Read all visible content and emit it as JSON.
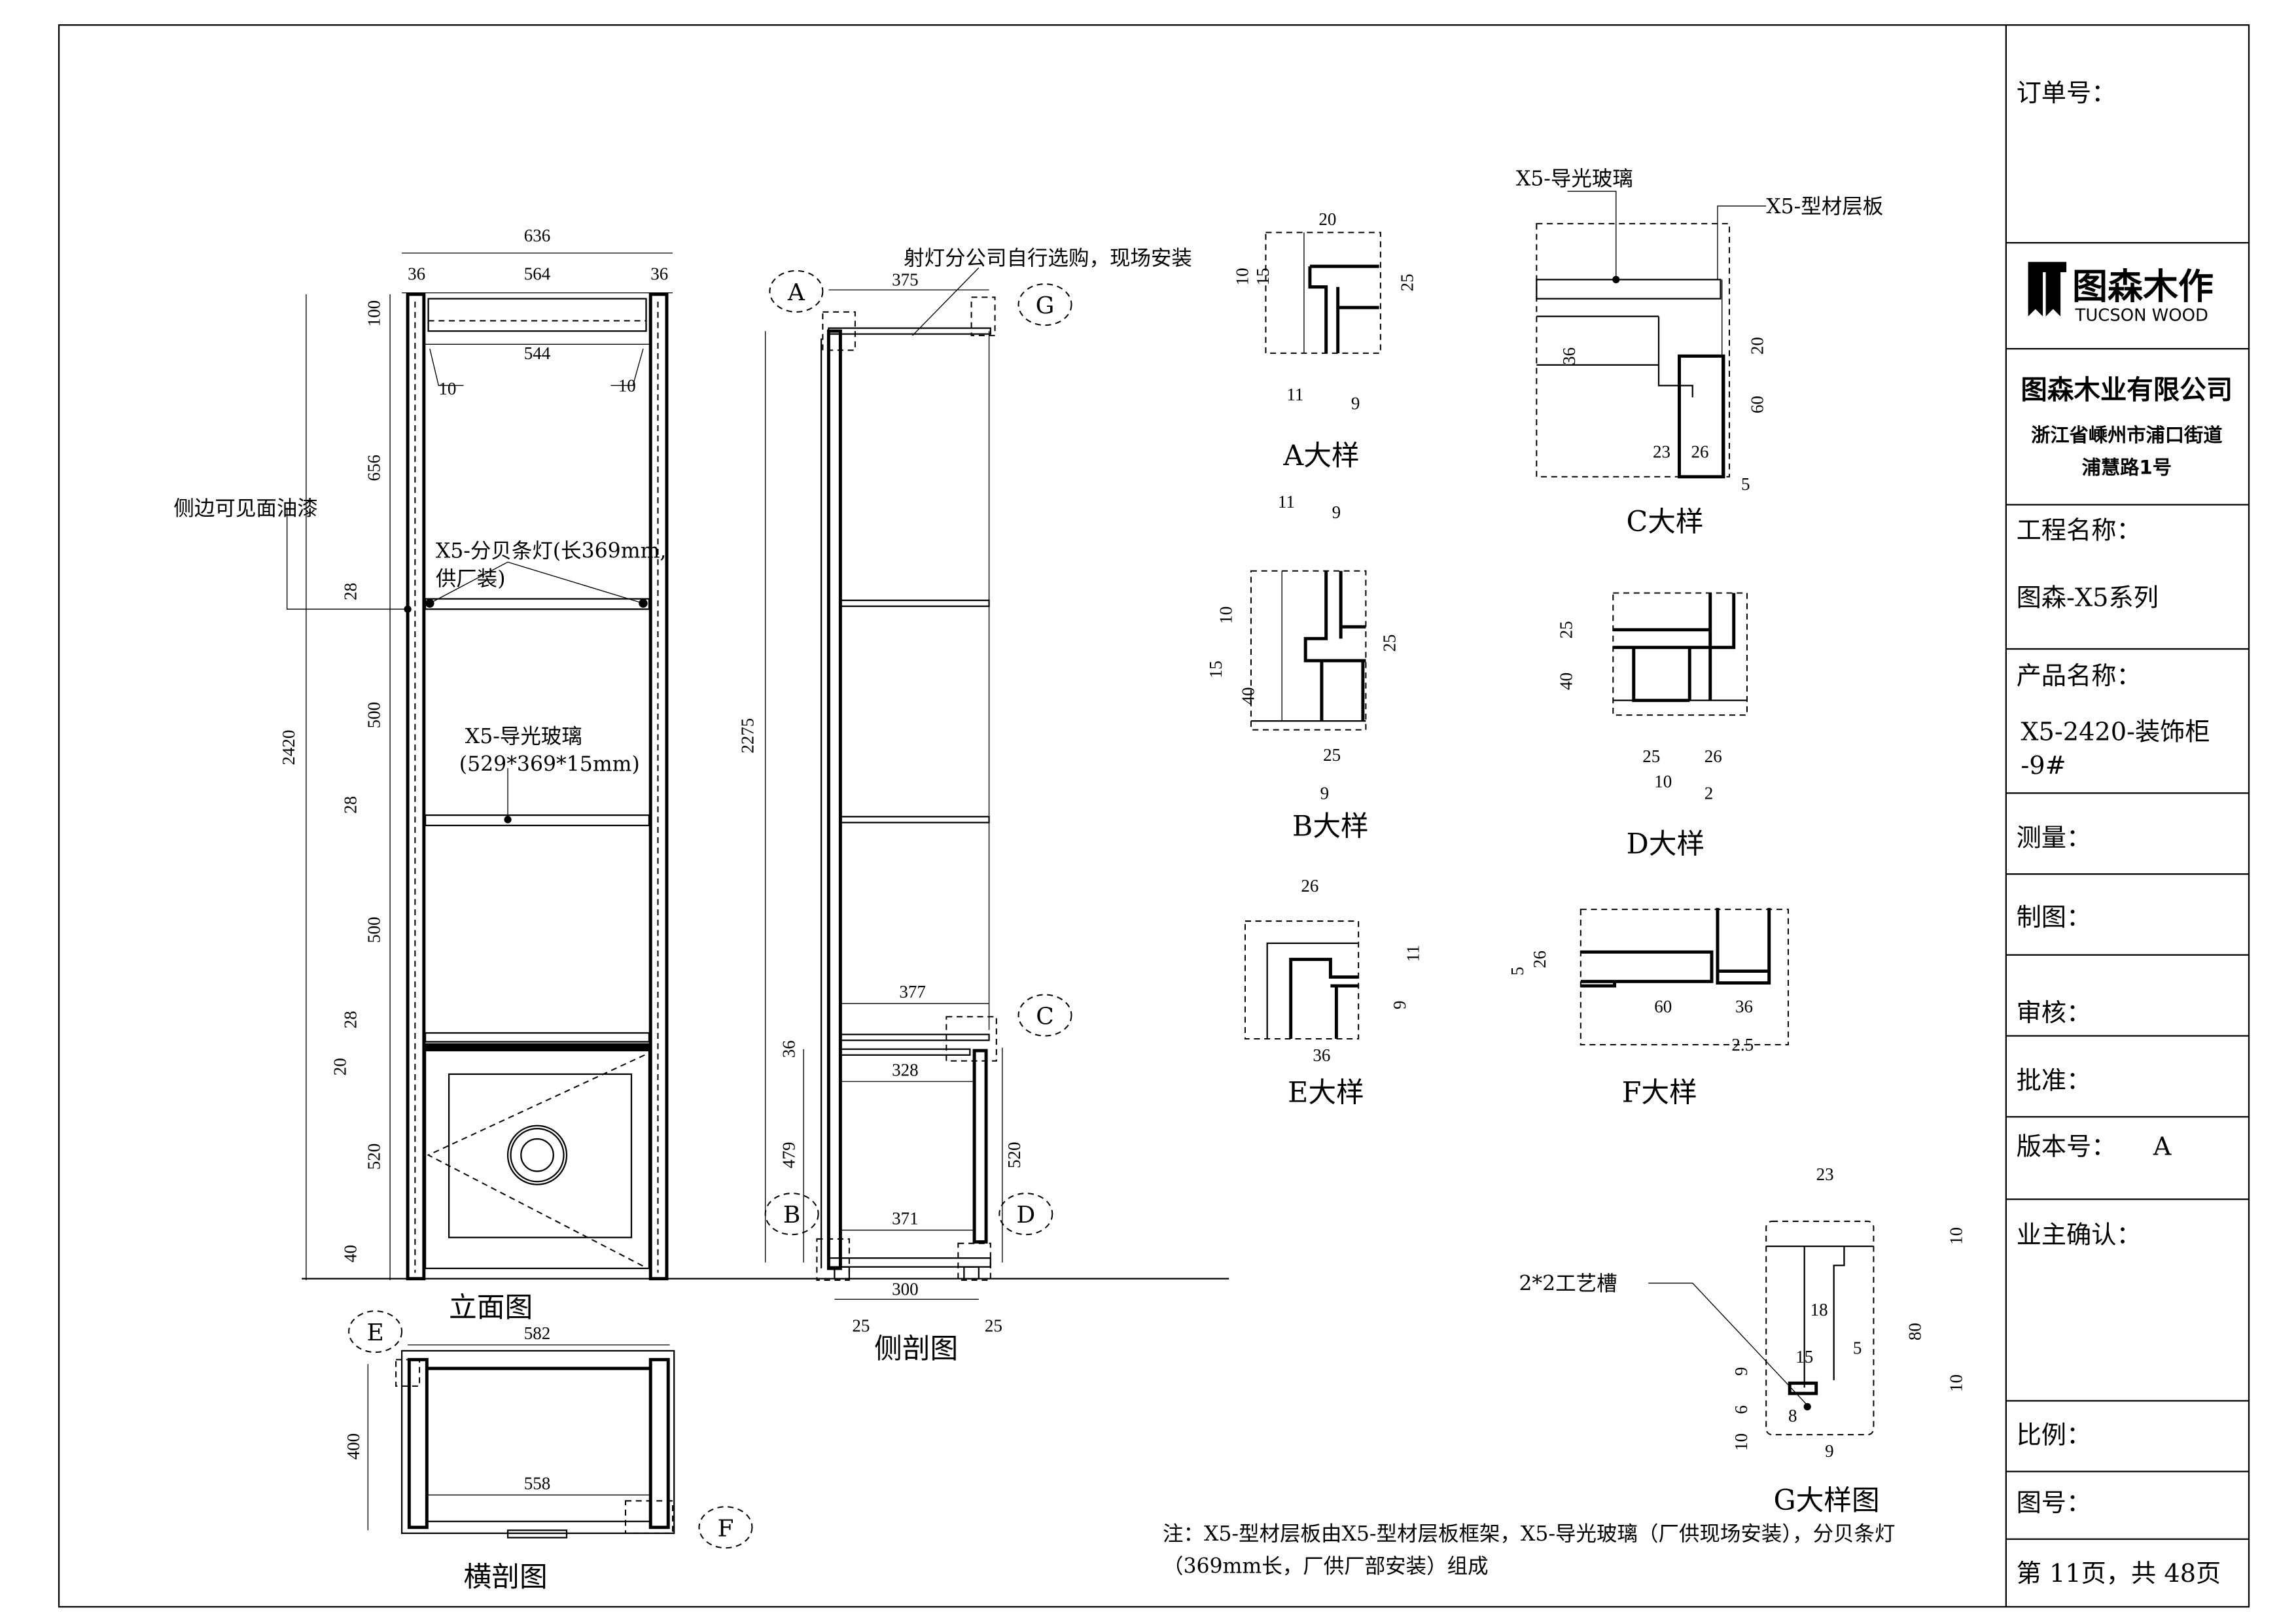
{
  "title_block": {
    "order_no_label": "订单号：",
    "logo_cn": "图森木作",
    "logo_en": "TUCSON WOOD",
    "company": "图森木业有限公司",
    "address_line1": "浙江省嵊州市浦口街道",
    "address_line2": "浦慧路1号",
    "project_label": "工程名称：",
    "project_value": "图森-X5系列",
    "product_label": "产品名称：",
    "product_value_line1": "X5-2420-装饰柜",
    "product_value_line2": "-9#",
    "measure_label": "测量：",
    "drawing_label": "制图：",
    "review_label": "审核：",
    "approve_label": "批准：",
    "version_label": "版本号：",
    "version_value": "A",
    "owner_confirm_label": "业主确认：",
    "scale_label": "比例：",
    "drawing_no_label": "图号：",
    "page_info": "第 11页，共 48页"
  },
  "elevation": {
    "title": "立面图",
    "dims_top": {
      "overall": "636",
      "left": "36",
      "middle": "564",
      "right": "36",
      "inner": "544",
      "gap_left": "10",
      "gap_right": "10"
    },
    "height_total": "2420",
    "height_segments": [
      "100",
      "656",
      "28",
      "500",
      "28",
      "500",
      "28",
      "20",
      "520",
      "40"
    ],
    "note_side_paint": "侧边可见面油漆",
    "note_light_line1": "X5-分贝条灯(长369mm,",
    "note_light_line2": "供厂装)",
    "note_glass_line1": "X5-导光玻璃",
    "note_glass_line2": "(529*369*15mm)"
  },
  "cross_section": {
    "title": "横剖图",
    "width_outer": "582",
    "width_inner": "558",
    "depth": "400",
    "callout_e": "E",
    "callout_f": "F"
  },
  "side_section": {
    "title": "侧剖图",
    "note_spotlight": "射灯分公司自行选购，现场安装",
    "dims": {
      "top": "375",
      "height": "2275",
      "shelf": "377",
      "drawer_top": "36",
      "drawer_inner": "328",
      "drawer_h": "479",
      "bottom": "371",
      "drawer_front": "520",
      "base": "300",
      "foot_left": "25",
      "foot_right": "25"
    },
    "callouts": [
      "A",
      "G",
      "C",
      "B",
      "D"
    ]
  },
  "details": {
    "a": {
      "title": "A大样",
      "dims": [
        "20",
        "10",
        "15",
        "25",
        "11",
        "9"
      ]
    },
    "b": {
      "title": "B大样",
      "dims": [
        "11",
        "9",
        "10",
        "15",
        "40",
        "25",
        "25",
        "9"
      ]
    },
    "c": {
      "title": "C大样",
      "note_glass": "X5-导光玻璃",
      "note_profile": "X5-型材层板",
      "dims": [
        "36",
        "20",
        "60",
        "23",
        "26",
        "5"
      ]
    },
    "d": {
      "title": "D大样",
      "dims": [
        "25",
        "40",
        "25",
        "26",
        "10",
        "2"
      ]
    },
    "e": {
      "title": "E大样",
      "dims": [
        "26",
        "11",
        "9",
        "36"
      ]
    },
    "f": {
      "title": "F大样",
      "dims": [
        "5",
        "26",
        "60",
        "36",
        "2.5"
      ]
    },
    "g": {
      "title": "G大样图",
      "note_groove": "2*2工艺槽",
      "dims": [
        "23",
        "10",
        "18",
        "5",
        "80",
        "15",
        "9",
        "6",
        "10",
        "10",
        "8",
        "9"
      ]
    }
  },
  "note": {
    "line1": "注：X5-型材层板由X5-型材层板框架，X5-导光玻璃（厂供现场安装），分贝条灯",
    "line2": "（369mm长，厂供厂部安装）组成"
  }
}
